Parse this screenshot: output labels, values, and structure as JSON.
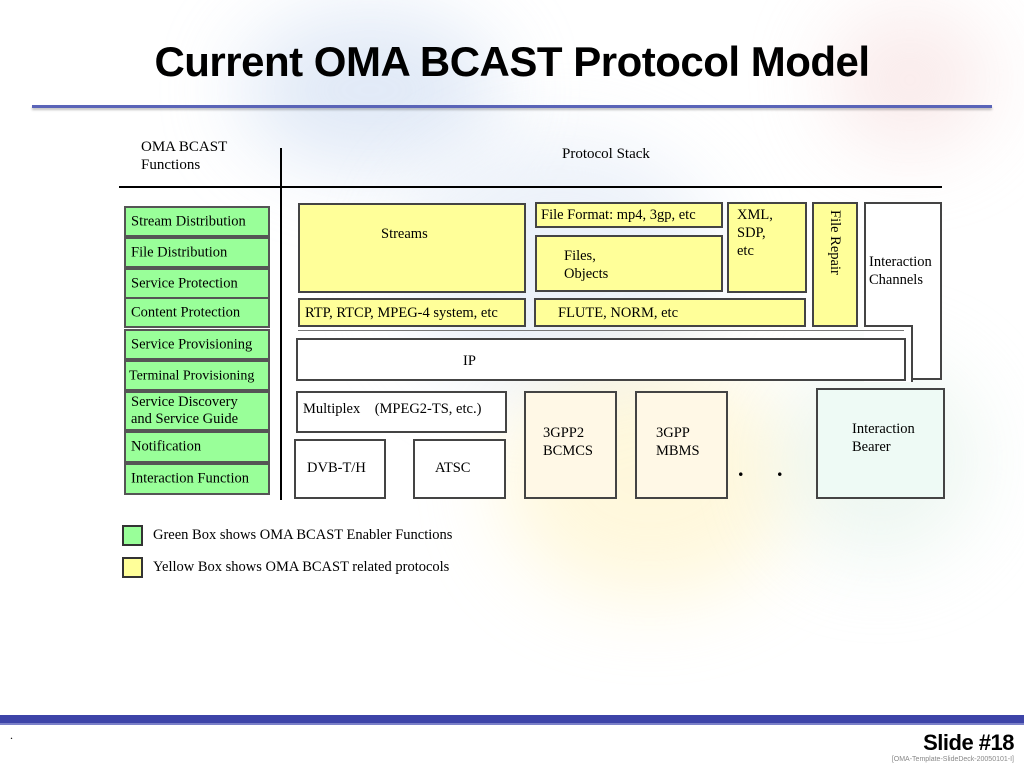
{
  "slide": {
    "title": "Current OMA BCAST Protocol Model",
    "number": "Slide #18",
    "template_id": "[OMA-Template-SlideDeck-20050101-I]",
    "footer_mark": "."
  },
  "diagram": {
    "functions_header": "OMA BCAST\nFunctions",
    "stack_header": "Protocol Stack",
    "functions": [
      "Stream Distribution",
      "File Distribution",
      "Service Protection",
      "Content Protection",
      "Service Provisioning",
      "Terminal Provisioning",
      "Service Discovery\nand Service Guide",
      "Notification",
      "Interaction Function"
    ],
    "stack": {
      "streams": "Streams",
      "file_format": "File Format: mp4, 3gp, etc",
      "files_objects": "Files,\nObjects",
      "xml_sdp": "XML,\nSDP,\netc",
      "file_repair": "File Repair",
      "interaction_channels": "Interaction\nChannels",
      "rtp": "RTP, RTCP, MPEG-4 system, etc",
      "flute": "FLUTE, NORM, etc",
      "ip": "IP",
      "multiplex": "Multiplex    (MPEG2-TS, etc.)",
      "dvb": "DVB-T/H",
      "atsc": "ATSC",
      "3gpp2": "3GPP2\nBCMCS",
      "3gpp": "3GPP\nMBMS",
      "ellipsis": ". . .",
      "interaction_bearer": "Interaction\nBearer"
    },
    "legend": [
      {
        "label": "Green Box shows OMA BCAST Enabler Functions",
        "color": "#99ff99"
      },
      {
        "label": "Yellow Box shows OMA BCAST related protocols",
        "color": "#ffff99"
      }
    ]
  }
}
